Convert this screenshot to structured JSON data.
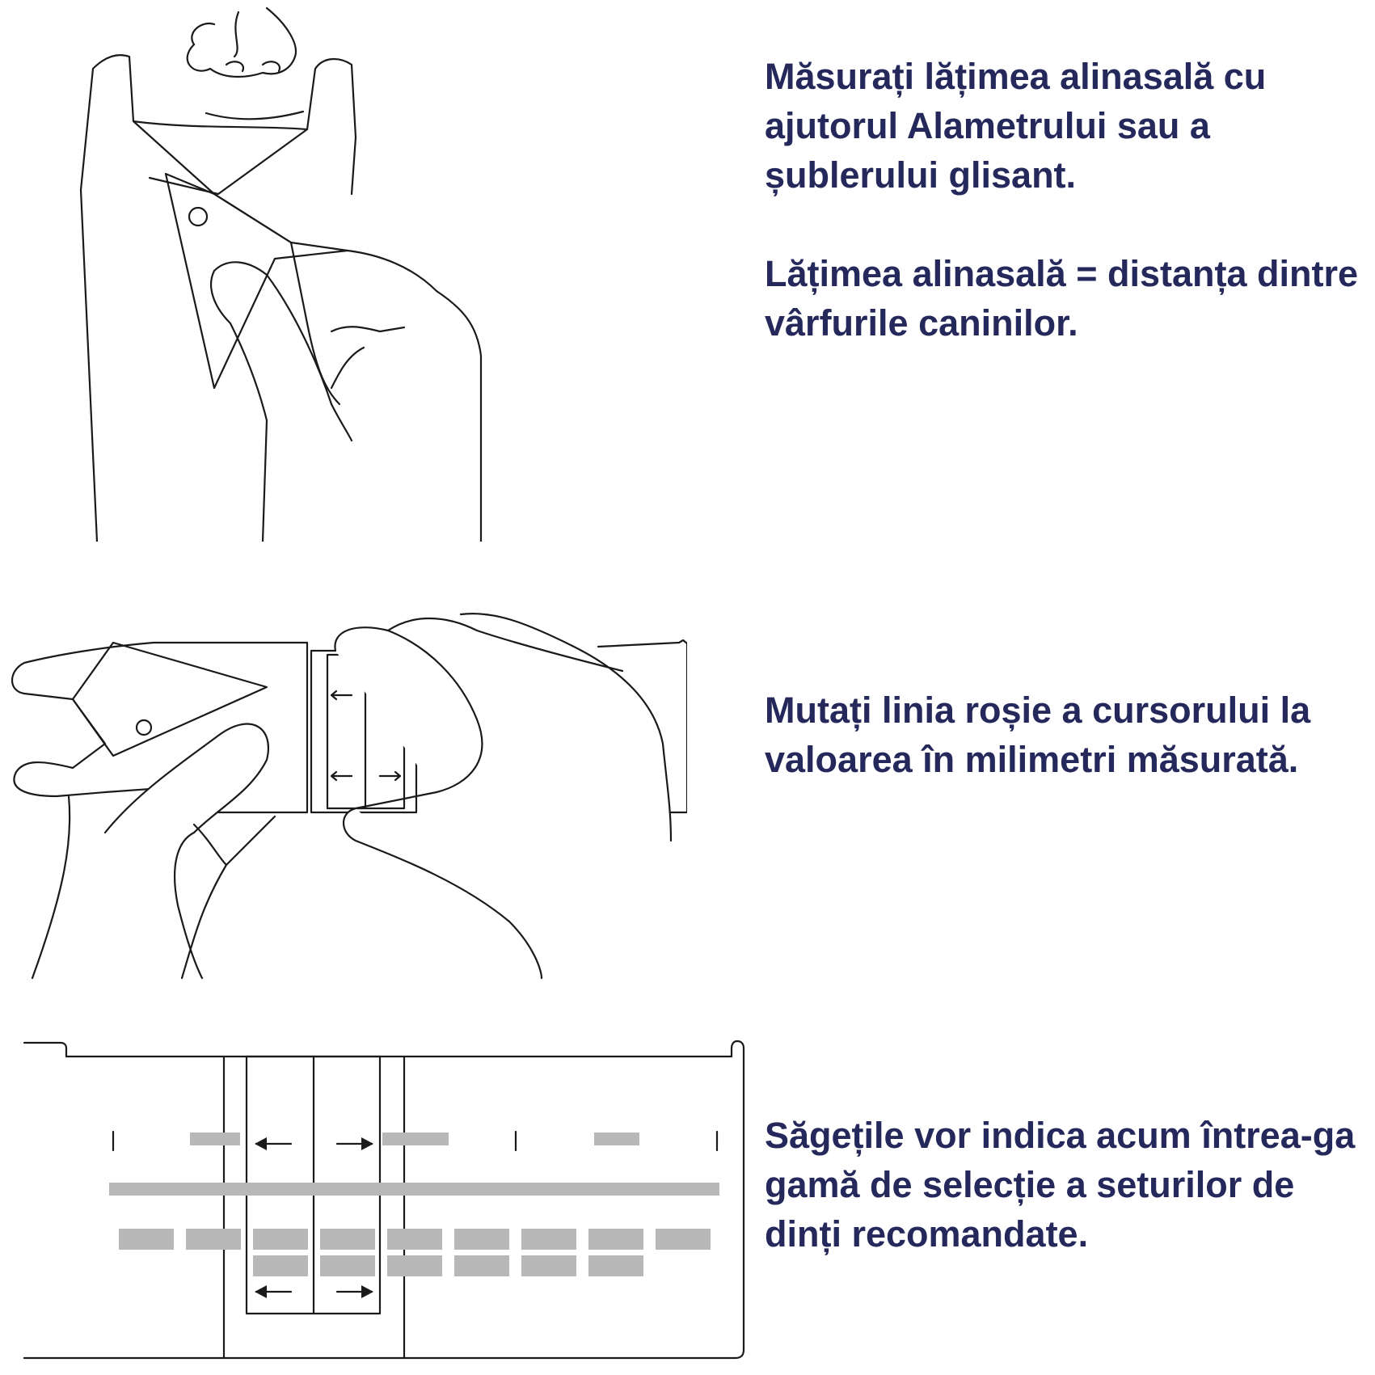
{
  "steps": [
    {
      "illustration": "hand-measuring-face-with-caliper",
      "paragraphs": [
        "Măsurați lățimea alinasală cu ajutorul Alametrului sau a șublerului glisant.",
        "Lățimea alinasală = distanța dintre vârfurile caninilor."
      ]
    },
    {
      "illustration": "hands-moving-caliper-cursor",
      "paragraphs": [
        "Mutați linia roșie a cursorului la valoarea în milimetri măsurată."
      ]
    },
    {
      "illustration": "caliper-scale-closeup-with-arrows",
      "paragraphs": [
        "Săgețile vor indica acum întrea-ga gamă de selecție a seturilor de dinți recomandate."
      ]
    }
  ],
  "colors": {
    "text": "#24285b",
    "line_art": "#1a1a1a",
    "scale_bars": "#b8b8b8"
  }
}
